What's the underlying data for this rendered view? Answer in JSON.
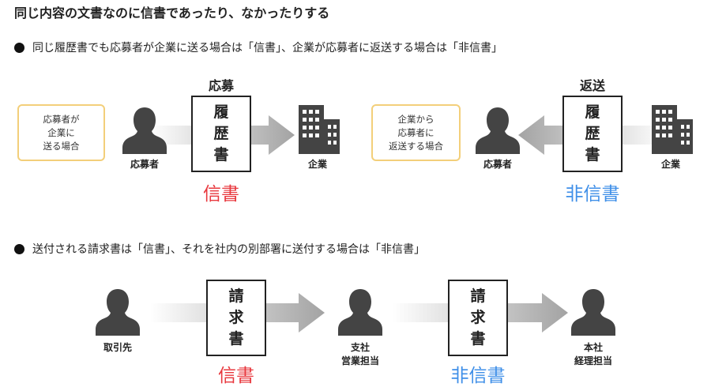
{
  "title": "同じ内容の文書なのに信書であったり、なかったりする",
  "section1": {
    "bullet": "同じ履歴書でも応募者が企業に送る場合は「信書」、企業が応募者に返送する場合は「非信書」",
    "left": {
      "note": "応募者が\n企業に\n送る場合",
      "action": "応募",
      "doc": [
        "履",
        "歴",
        "書"
      ],
      "person_label": "応募者",
      "company_label": "企業",
      "status": "信書"
    },
    "right": {
      "note": "企業から\n応募者に\n返送する場合",
      "action": "返送",
      "doc": [
        "履",
        "歴",
        "書"
      ],
      "person_label": "応募者",
      "company_label": "企業",
      "status": "非信書"
    }
  },
  "section2": {
    "bullet": "送付される請求書は「信書」、それを社内の別部署に送付する場合は「非信書」",
    "sender": "取引先",
    "branch": "支社\n営業担当",
    "hq": "本社\n経理担当",
    "doc1": [
      "請",
      "求",
      "書"
    ],
    "doc2": [
      "請",
      "求",
      "書"
    ],
    "status1": "信書",
    "status2": "非信書"
  },
  "colors": {
    "shinsho": "#e8373d",
    "hishinsho": "#3f8fe8",
    "note_border": "#f3cf7a",
    "icon": "#444444",
    "arrow": "#aaaaaa"
  }
}
